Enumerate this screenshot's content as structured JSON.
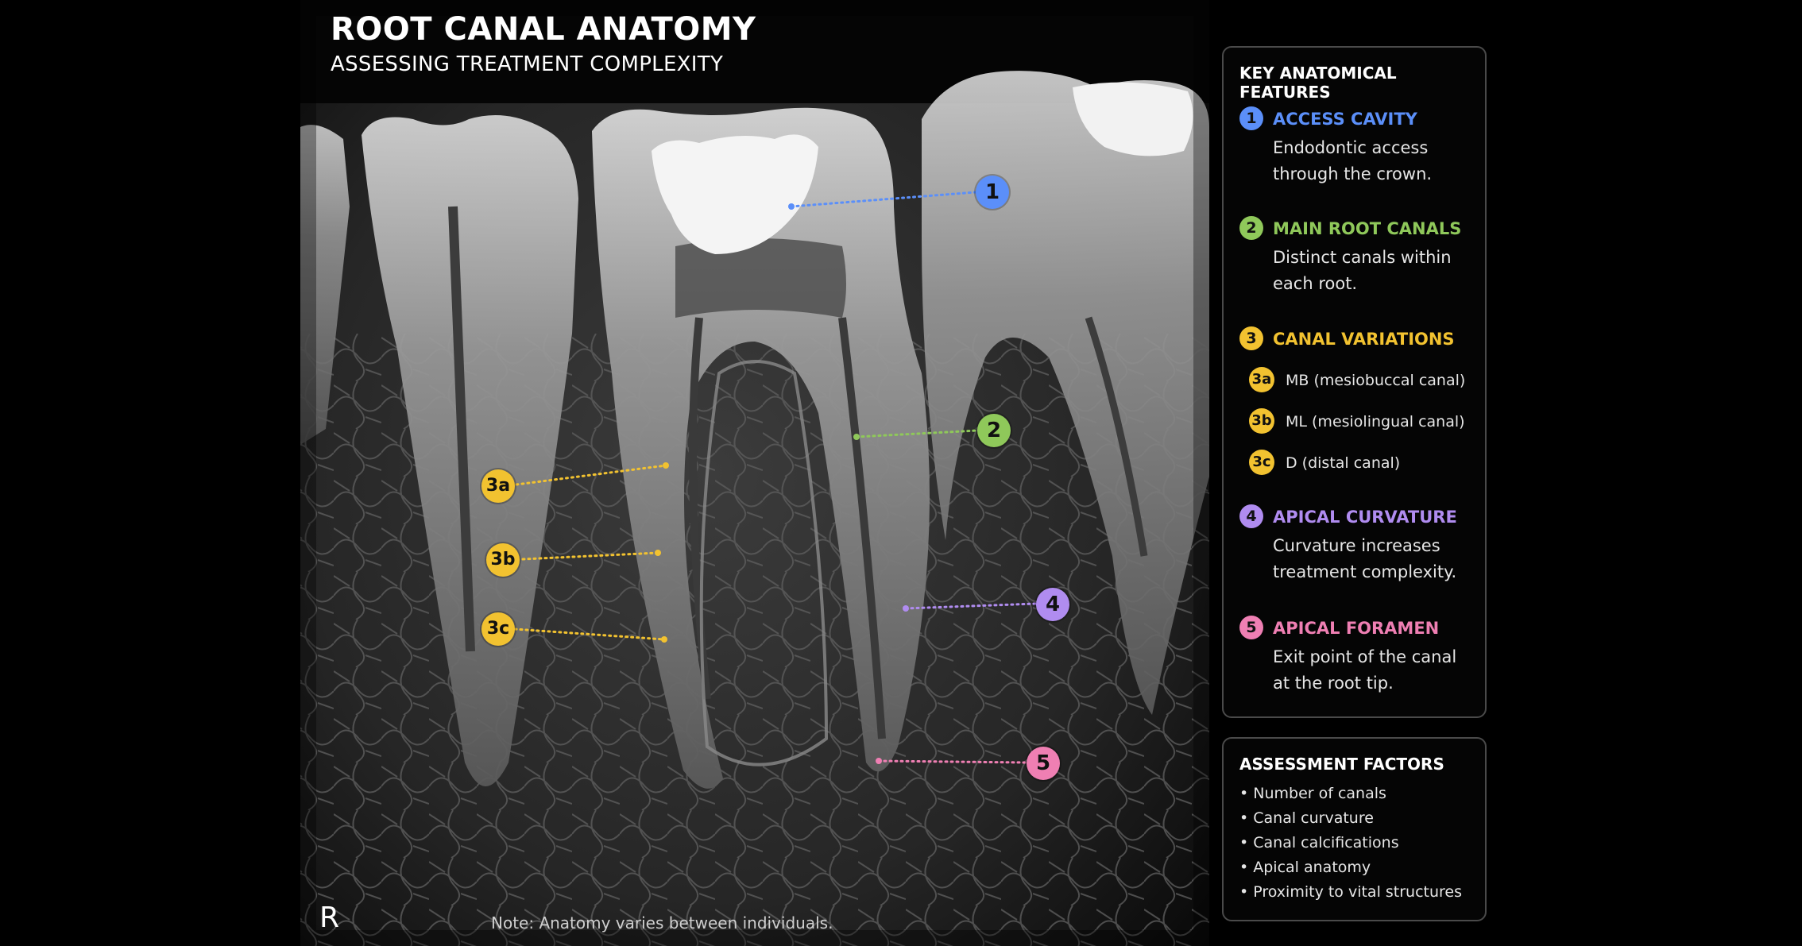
{
  "header": {
    "title": "ROOT CANAL ANATOMY",
    "subtitle": "ASSESSING TREATMENT COMPLEXITY"
  },
  "image": {
    "orientation_mark": "R",
    "note": "Note: Anatomy varies between individuals."
  },
  "colors": {
    "blue": "#5b8ff9",
    "green": "#8fc85a",
    "yellow": "#f2c230",
    "purple": "#b08cf0",
    "pink": "#ef7fb3"
  },
  "markers": {
    "m1": "1",
    "m2": "2",
    "m3a": "3a",
    "m3b": "3b",
    "m3c": "3c",
    "m4": "4",
    "m5": "5"
  },
  "key_panel": {
    "heading": "KEY ANATOMICAL FEATURES",
    "features": [
      {
        "number": "1",
        "title": "ACCESS CAVITY",
        "description": "Endodontic access through the crown."
      },
      {
        "number": "2",
        "title": "MAIN ROOT CANALS",
        "description": "Distinct canals within each root."
      },
      {
        "number": "3",
        "title": "CANAL VARIATIONS",
        "description": ""
      },
      {
        "number": "4",
        "title": "APICAL CURVATURE",
        "description": "Curvature increases treatment complexity."
      },
      {
        "number": "5",
        "title": "APICAL FORAMEN",
        "description": "Exit point of the canal at the root tip."
      }
    ],
    "variations": [
      {
        "number": "3a",
        "label": "MB (mesiobuccal canal)"
      },
      {
        "number": "3b",
        "label": "ML (mesiolingual canal)"
      },
      {
        "number": "3c",
        "label": "D (distal canal)"
      }
    ]
  },
  "assessment_panel": {
    "heading": "ASSESSMENT FACTORS",
    "factors": [
      "• Number of canals",
      "• Canal curvature",
      "• Canal calcifications",
      "• Apical anatomy",
      "• Proximity to vital structures"
    ]
  }
}
